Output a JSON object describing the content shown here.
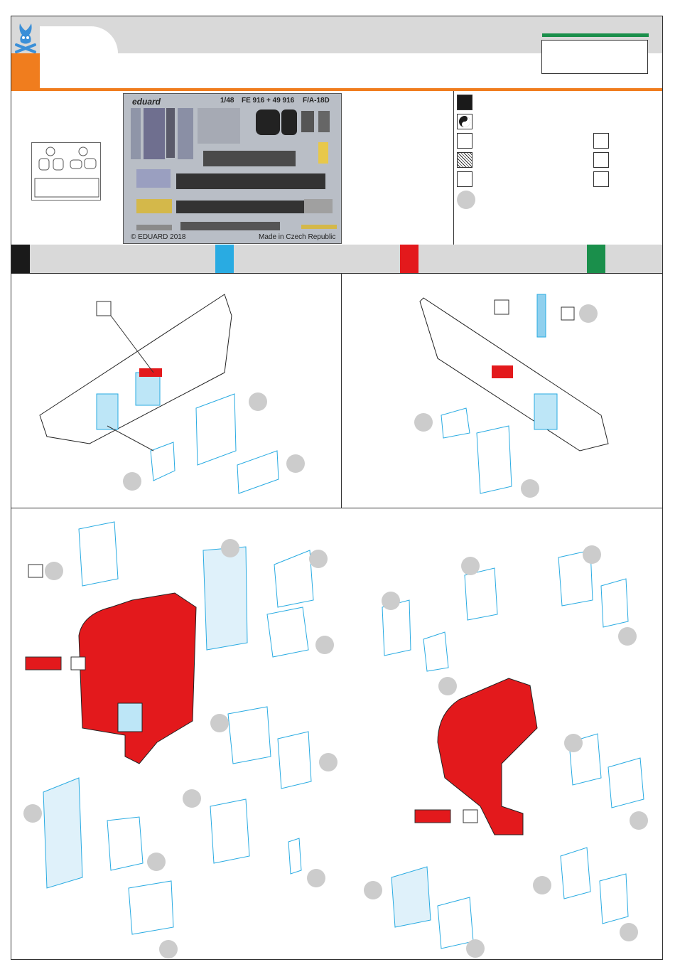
{
  "fret": {
    "brand": "eduard",
    "scale": "1/48",
    "code": "FE 916 + 49 916",
    "aircraft": "F/A-18D",
    "copyright": "© EDUARD 2018",
    "made_in": "Made in Czech Republic"
  },
  "colors": {
    "accent": "#f07d1e",
    "green": "#1a8f4b",
    "red": "#e3191c",
    "cyan": "#29abe2",
    "black": "#1a1a1a",
    "part_blue": "#29abe2"
  },
  "legend_icons": [
    "star-icon",
    "yin-yang-icon",
    "decal-icon",
    "hatch-icon",
    "drill-icon",
    "bend-icon",
    "blank-icon",
    "reverse-icon"
  ]
}
